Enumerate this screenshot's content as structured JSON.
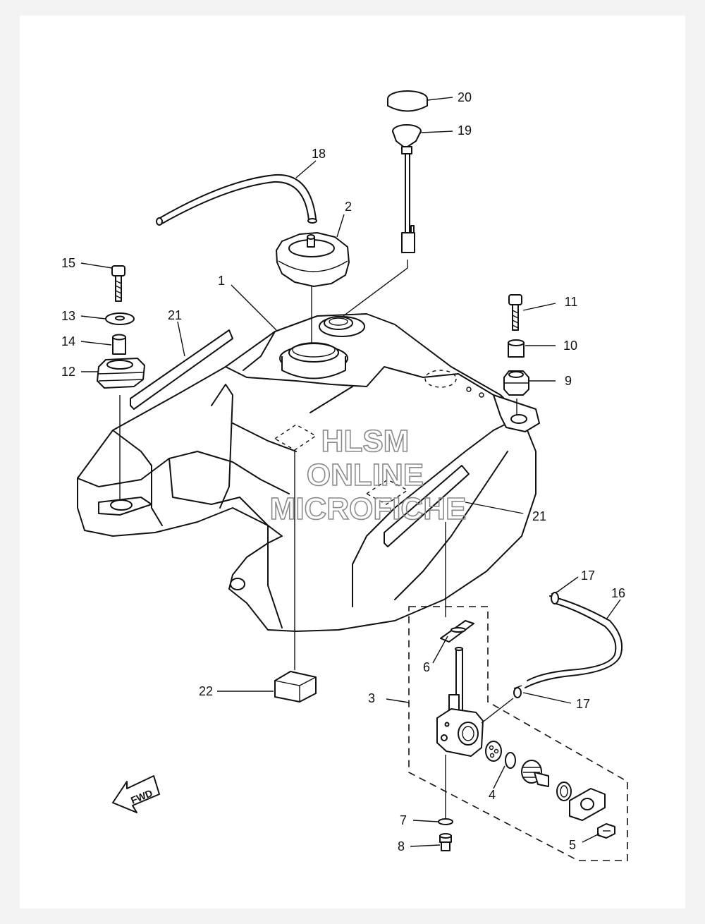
{
  "watermark": {
    "line1": "HLSM",
    "line2": "ONLINE",
    "line3": "MICROFICHE"
  },
  "direction_label": "FWD",
  "callouts": {
    "c1": "1",
    "c2": "2",
    "c3": "3",
    "c4": "4",
    "c5": "5",
    "c6": "6",
    "c7": "7",
    "c8": "8",
    "c9": "9",
    "c10": "10",
    "c11": "11",
    "c12": "12",
    "c13": "13",
    "c14": "14",
    "c15": "15",
    "c16": "16",
    "c17a": "17",
    "c17b": "17",
    "c18": "18",
    "c19": "19",
    "c20": "20",
    "c21a": "21",
    "c21b": "21",
    "c22": "22"
  }
}
